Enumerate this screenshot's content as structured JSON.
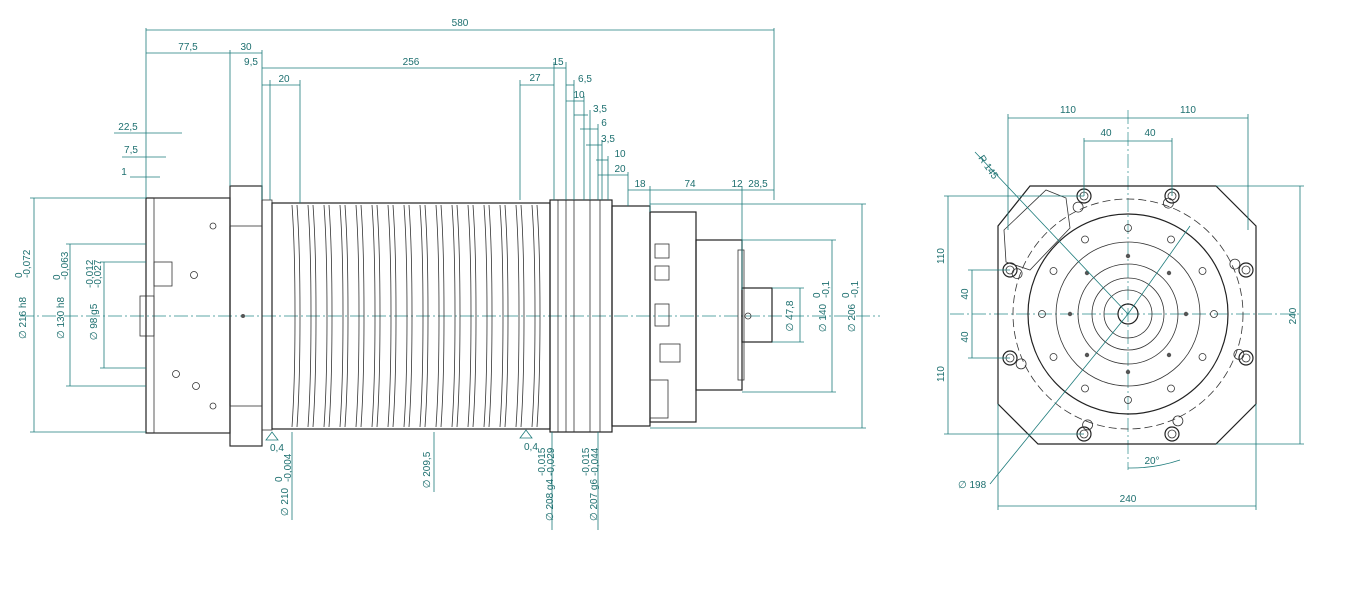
{
  "colors": {
    "dimension": "#1d7b7b",
    "outline": "#222222",
    "background": "#ffffff"
  },
  "side_view": {
    "overall": "580",
    "top_chain": [
      "77,5",
      "30",
      "9,5",
      "256",
      "20",
      "27",
      "15",
      "6,5",
      "10",
      "3,5",
      "6",
      "3,5",
      "10",
      "20",
      "18",
      "74",
      "12",
      "28,5"
    ],
    "flange_left": [
      "22,5",
      "7,5",
      "1"
    ],
    "vertical_left": [
      "∅ 216 h8",
      "∅ 130 h8",
      "∅ 98 g5"
    ],
    "tolerances_left": [
      "0",
      "-0,072",
      "0",
      "-0,063",
      "-0,012",
      "-0,027"
    ],
    "bottom": [
      "∅ 210",
      "∅ 209,5",
      "∅ 208 g4",
      "∅ 207 g6"
    ],
    "tolerances_bottom": [
      "0",
      "-0,004",
      "-0,015",
      "-0,029",
      "-0,015",
      "-0,044"
    ],
    "surface": [
      "0,4",
      "0,4"
    ],
    "right": [
      "∅ 47,8",
      "∅ 140",
      "∅ 206"
    ],
    "tolerances_right": [
      "0",
      "-0,1",
      "0",
      "-0,1"
    ]
  },
  "front_view": {
    "top": [
      "110",
      "110",
      "40",
      "40"
    ],
    "radius": "R 145",
    "left": [
      "110",
      "40",
      "40",
      "110"
    ],
    "right": "240",
    "bottom": "240",
    "angle": "20°",
    "bolt_circle": "∅ 198"
  }
}
